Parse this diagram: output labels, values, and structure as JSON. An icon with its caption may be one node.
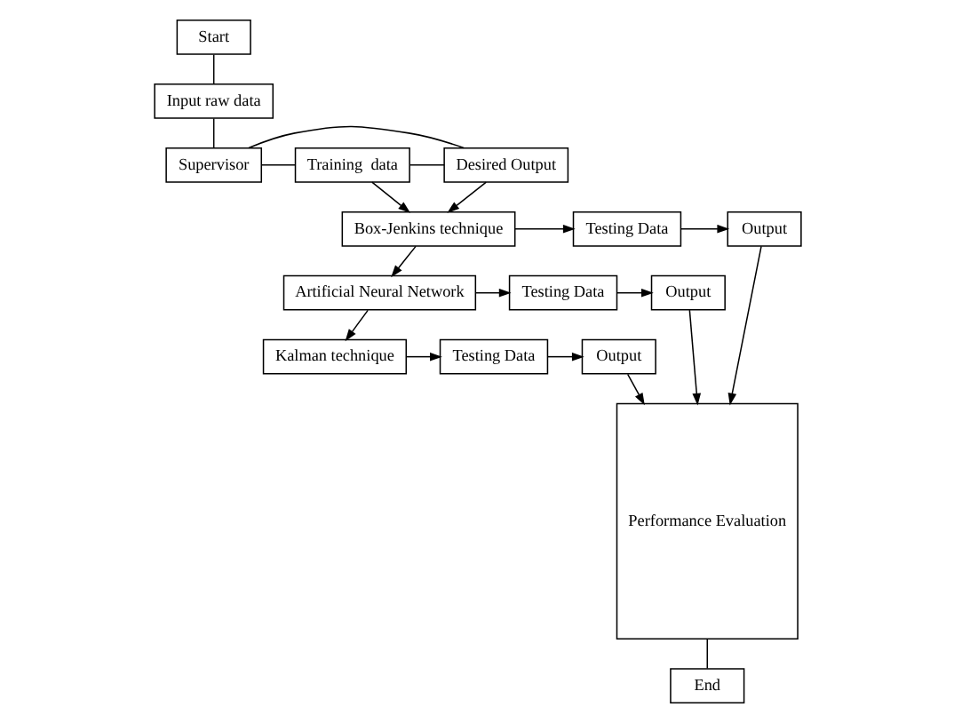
{
  "diagram": {
    "nodes": [
      {
        "text": [
          "Start"
        ]
      },
      {
        "text": [
          "Input raw data"
        ]
      },
      {
        "text": [
          "Supervisor"
        ]
      },
      {
        "text": [
          "Training  data"
        ]
      },
      {
        "text": [
          "Desired Output"
        ]
      },
      {
        "text": [
          "Box-Jenkins technique"
        ]
      },
      {
        "text": [
          "Testing Data"
        ]
      },
      {
        "text": [
          "Output"
        ]
      },
      {
        "text": [
          "Artificial Neural Network"
        ]
      },
      {
        "text": [
          "Testing Data"
        ]
      },
      {
        "text": [
          "Output"
        ]
      },
      {
        "text": [
          "Kalman technique"
        ]
      },
      {
        "text": [
          "Testing Data"
        ]
      },
      {
        "text": [
          "Output"
        ]
      },
      {
        "text": [
          "Performance Evaluation"
        ]
      },
      {
        "text": [
          "End"
        ]
      }
    ],
    "edges": [
      {
        "from": 0,
        "to": 1,
        "arrow": "none"
      },
      {
        "from": 1,
        "to": 2,
        "arrow": "none"
      },
      {
        "from": 2,
        "to": 3,
        "arrow": "none"
      },
      {
        "from": 2,
        "to": 4,
        "arrow": "none"
      },
      {
        "from": 3,
        "to": 4,
        "arrow": "none"
      },
      {
        "from": 3,
        "to": 5,
        "arrow": "to"
      },
      {
        "from": 4,
        "to": 5,
        "arrow": "to"
      },
      {
        "from": 5,
        "to": 6,
        "arrow": "to"
      },
      {
        "from": 6,
        "to": 7,
        "arrow": "to"
      },
      {
        "from": 7,
        "to": 14,
        "arrow": "to"
      },
      {
        "from": 5,
        "to": 8,
        "arrow": "to"
      },
      {
        "from": 8,
        "to": 9,
        "arrow": "to"
      },
      {
        "from": 9,
        "to": 10,
        "arrow": "to"
      },
      {
        "from": 10,
        "to": 14,
        "arrow": "to"
      },
      {
        "from": 8,
        "to": 11,
        "arrow": "to"
      },
      {
        "from": 11,
        "to": 12,
        "arrow": "to"
      },
      {
        "from": 12,
        "to": 13,
        "arrow": "to"
      },
      {
        "from": 13,
        "to": 14,
        "arrow": "to"
      },
      {
        "from": 14,
        "to": 15,
        "arrow": "none"
      }
    ]
  }
}
